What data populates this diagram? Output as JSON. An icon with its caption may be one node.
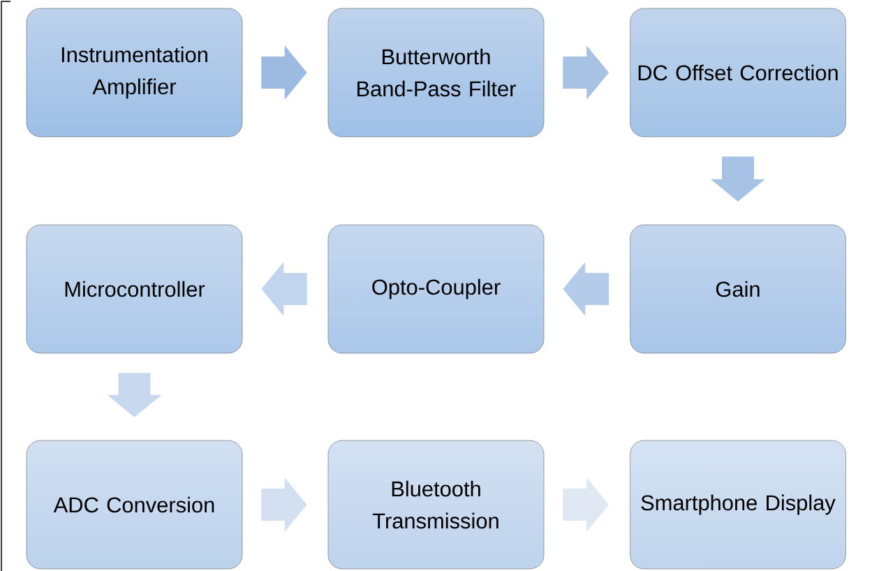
{
  "diagram": {
    "nodes": [
      {
        "text": [
          "Instrumentation Amplifier"
        ]
      },
      {
        "text": [
          "Butterworth Band-Pass Filter"
        ]
      },
      {
        "text": [
          "DC Offset Correction"
        ]
      },
      {
        "text": [
          "Microcontroller"
        ]
      },
      {
        "text": [
          "Opto-Coupler"
        ]
      },
      {
        "text": [
          "Gain"
        ]
      },
      {
        "text": [
          "ADC Conversion"
        ]
      },
      {
        "text": [
          "Bluetooth Transmission"
        ]
      },
      {
        "text": [
          "Smartphone Display"
        ]
      }
    ],
    "edges": [
      {
        "from": 0,
        "to": 1,
        "arrow": "to"
      },
      {
        "from": 1,
        "to": 2,
        "arrow": "to"
      },
      {
        "from": 2,
        "to": 5,
        "arrow": "to"
      },
      {
        "from": 5,
        "to": 4,
        "arrow": "to"
      },
      {
        "from": 4,
        "to": 3,
        "arrow": "to"
      },
      {
        "from": 3,
        "to": 6,
        "arrow": "to"
      },
      {
        "from": 6,
        "to": 7,
        "arrow": "to"
      },
      {
        "from": 7,
        "to": 8,
        "arrow": "to"
      }
    ]
  }
}
